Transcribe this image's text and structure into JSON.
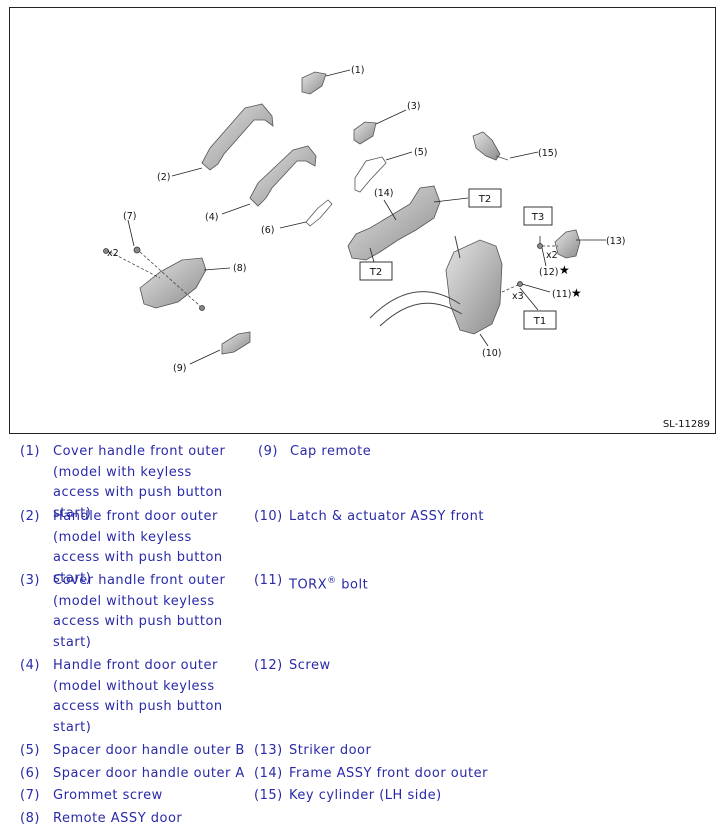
{
  "figure": {
    "id": "SL-11289",
    "callouts": {
      "c1": "(1)",
      "c2": "(2)",
      "c3": "(3)",
      "c4": "(4)",
      "c5": "(5)",
      "c6": "(6)",
      "c7": "(7)",
      "c8": "(8)",
      "c9": "(9)",
      "c10": "(10)",
      "c11": "(11)",
      "c12": "(12)",
      "c13": "(13)",
      "c14": "(14)",
      "c15": "(15)"
    },
    "torque_labels": {
      "t1": "T1",
      "t2a": "T2",
      "t2b": "T2",
      "t3": "T3"
    },
    "quantity_labels": {
      "q_x2_left": "x2",
      "q_x2_right": "x2",
      "q_x3": "x3"
    },
    "star": "★"
  },
  "legend": [
    {
      "num": "(1)",
      "text": "Cover handle front outer (model with keyless access with push button start)"
    },
    {
      "num": "(2)",
      "text": "Handle front door outer (model with keyless access with push button start)"
    },
    {
      "num": "(3)",
      "text": "Cover handle front outer (model without keyless access with push button start)"
    },
    {
      "num": "(4)",
      "text": "Handle front door outer (model without keyless access with push button start)"
    },
    {
      "num": "(5)",
      "text": "Spacer door handle outer B"
    },
    {
      "num": "(6)",
      "text": "Spacer door handle outer A"
    },
    {
      "num": "(7)",
      "text": "Grommet screw"
    },
    {
      "num": "(8)",
      "text": "Remote ASSY door"
    },
    {
      "num": "(9)",
      "text": "Cap remote"
    },
    {
      "num": "(10)",
      "text": "Latch & actuator ASSY front"
    },
    {
      "num": "(11)",
      "text": "TORX",
      "sup": "®",
      "text_after": " bolt"
    },
    {
      "num": "(12)",
      "text": "Screw"
    },
    {
      "num": "(13)",
      "text": "Striker door"
    },
    {
      "num": "(14)",
      "text": "Frame ASSY front door outer"
    },
    {
      "num": "(15)",
      "text": "Key cylinder (LH side)"
    }
  ]
}
